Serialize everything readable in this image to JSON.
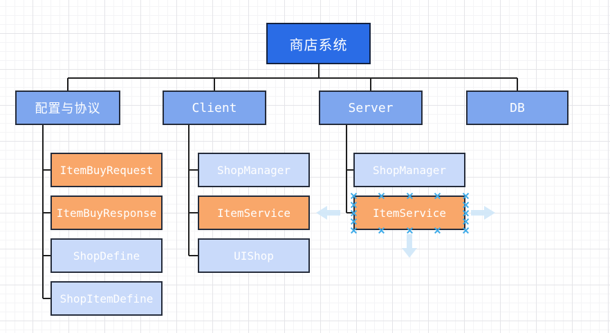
{
  "diagram": {
    "root": {
      "label": "商店系统"
    },
    "groups": [
      {
        "label": "配置与协议",
        "children": [
          {
            "label": "ItemBuyRequest",
            "variant": "orange"
          },
          {
            "label": "ItemBuyResponse",
            "variant": "orange"
          },
          {
            "label": "ShopDefine",
            "variant": "blue"
          },
          {
            "label": "ShopItemDefine",
            "variant": "blue"
          }
        ]
      },
      {
        "label": "Client",
        "children": [
          {
            "label": "ShopManager",
            "variant": "blue"
          },
          {
            "label": "ItemService",
            "variant": "orange"
          },
          {
            "label": "UIShop",
            "variant": "blue"
          }
        ]
      },
      {
        "label": "Server",
        "children": [
          {
            "label": "ShopManager",
            "variant": "blue"
          },
          {
            "label": "ItemService",
            "variant": "orange",
            "selected": true
          }
        ]
      },
      {
        "label": "DB",
        "children": []
      }
    ],
    "selection": {
      "selected_node": "ItemService",
      "direction_arrows": [
        "left",
        "right",
        "down"
      ]
    },
    "colors": {
      "root_fill": "#2a6ce6",
      "branch_fill": "#7ea6ee",
      "leaf_blue_fill": "#c9dafa",
      "leaf_orange_fill": "#f9a76a",
      "node_border": "#242b3a",
      "connector": "#1e1e1e",
      "selection_handle": "#3fabe8",
      "direction_arrow": "#cfe7f8",
      "text": "#ffffff"
    }
  }
}
